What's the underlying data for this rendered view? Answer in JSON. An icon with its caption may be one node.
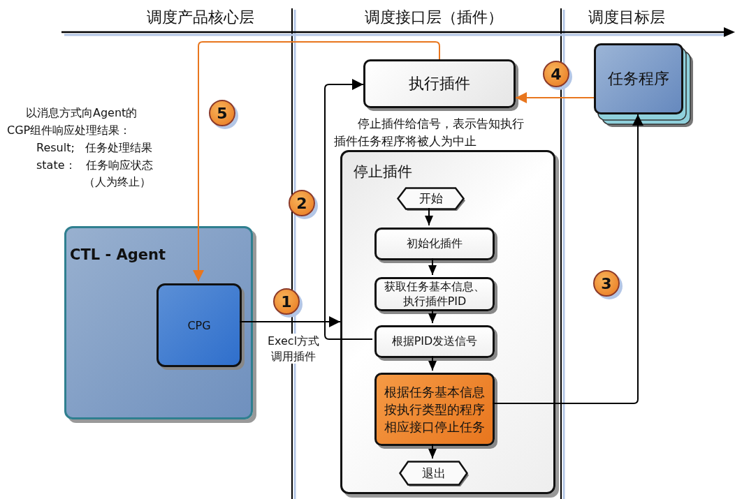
{
  "diagram": {
    "nodes": [
      {
        "text": [
          "执行插件"
        ]
      },
      {
        "text": [
          "任务程序"
        ]
      },
      {
        "text": [
          "停止插件"
        ]
      },
      {
        "text": [
          "开始"
        ],
        "in": 2
      },
      {
        "text": [
          "初始化插件"
        ],
        "in": 2
      },
      {
        "text": [
          "获取任务基本信息、执行插件PID"
        ],
        "in": 2
      },
      {
        "text": [
          "根据PID发送信号"
        ],
        "in": 2
      },
      {
        "text": [
          "根据任务基本信息按执行类型的程序相应接口停止任务"
        ],
        "in": 2
      },
      {
        "text": [
          "退出"
        ],
        "in": 2
      },
      {
        "text": [
          "CTL - Agent"
        ]
      },
      {
        "text": [
          "CPG"
        ],
        "in": 9
      },
      {
        "text": [
          "1"
        ]
      },
      {
        "text": [
          "2"
        ]
      },
      {
        "text": [
          "3"
        ]
      },
      {
        "text": [
          "4"
        ]
      },
      {
        "text": [
          "5"
        ]
      }
    ],
    "edges": [
      {
        "from": 10,
        "to": 2,
        "arrow": "to",
        "label": "Execl方式调用插件"
      },
      {
        "from": 6,
        "to": 0,
        "arrow": "to"
      },
      {
        "from": 7,
        "to": 1,
        "arrow": "to"
      },
      {
        "from": 1,
        "to": 0,
        "arrow": "to",
        "color": "#e8761e"
      },
      {
        "from": 0,
        "to": 10,
        "arrow": "to",
        "color": "#e8761e"
      },
      {
        "from": 3,
        "to": 4,
        "arrow": "to"
      },
      {
        "from": 4,
        "to": 5,
        "arrow": "to"
      },
      {
        "from": 5,
        "to": 6,
        "arrow": "to"
      },
      {
        "from": 6,
        "to": 7,
        "arrow": "to"
      },
      {
        "from": 7,
        "to": 8,
        "arrow": "to"
      }
    ],
    "labels": [
      "调度产品核心层",
      "调度接口层（插件）",
      "调度目标层",
      "以消息方式向Agent的",
      "CGP组件响应处理结果：",
      "Result;",
      "任务处理结果",
      "state：",
      "任务响应状态",
      "（人为终止）",
      "停止插件给信号，表示告知执行插件任务程序将被人为中止"
    ]
  }
}
